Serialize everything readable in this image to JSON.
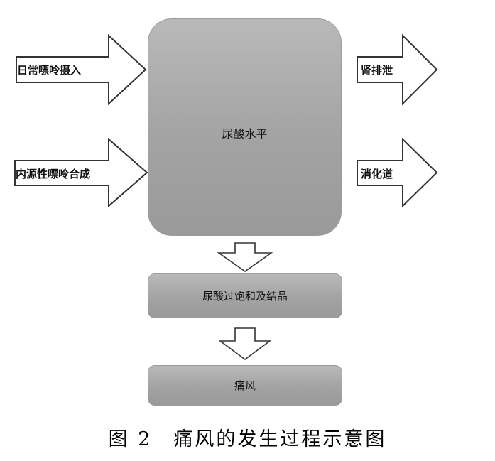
{
  "diagram": {
    "center_box": "尿酸水平",
    "inputs": [
      "日常嘌呤摄入",
      "内源性嘌呤合成"
    ],
    "outputs": [
      "肾排泄",
      "消化道"
    ],
    "step_saturation": "尿酸过饱和及结晶",
    "step_result": "痛风"
  },
  "caption": "图 2　痛风的发生过程示意图",
  "colors": {
    "box_fill": "#a8a8a8",
    "arrow_stroke": "#333333",
    "text": "#111111"
  }
}
